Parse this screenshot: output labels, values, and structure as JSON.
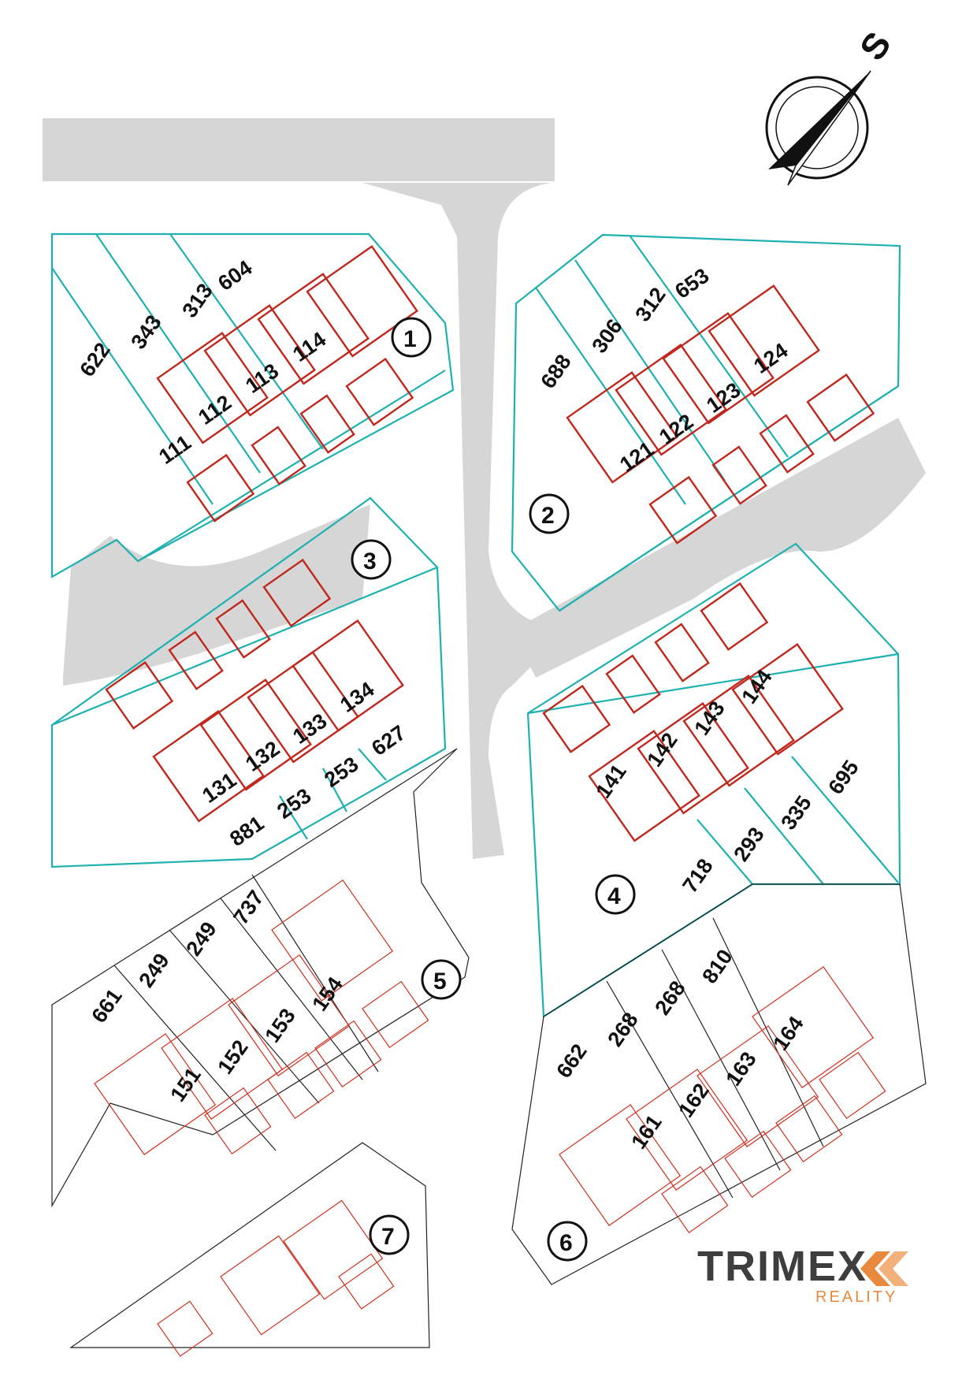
{
  "compass": {
    "letter": "S"
  },
  "logo": {
    "name": "TRIMEX",
    "tagline": "REALITY",
    "accent": "#e8893e"
  },
  "colors": {
    "plot_boundary": "#1fb0b0",
    "house_outline": "#c0281e",
    "road": "#d6d6d6"
  },
  "blocks": [
    {
      "number": "1",
      "plots": [
        "622",
        "343",
        "313",
        "604"
      ],
      "houses": [
        "111",
        "112",
        "113",
        "114"
      ]
    },
    {
      "number": "2",
      "plots": [
        "688",
        "306",
        "312",
        "653"
      ],
      "houses": [
        "121",
        "122",
        "123",
        "124"
      ]
    },
    {
      "number": "3",
      "plots": [
        "881",
        "253",
        "253",
        "627"
      ],
      "houses": [
        "131",
        "132",
        "133",
        "134"
      ]
    },
    {
      "number": "4",
      "plots": [
        "718",
        "293",
        "335",
        "695"
      ],
      "houses": [
        "141",
        "142",
        "143",
        "144"
      ]
    },
    {
      "number": "5",
      "plots": [
        "661",
        "249",
        "249",
        "737"
      ],
      "houses": [
        "151",
        "152",
        "153",
        "154"
      ]
    },
    {
      "number": "6",
      "plots": [
        "662",
        "268",
        "268",
        "810"
      ],
      "houses": [
        "161",
        "162",
        "163",
        "164"
      ]
    },
    {
      "number": "7",
      "plots": [],
      "houses": []
    }
  ]
}
